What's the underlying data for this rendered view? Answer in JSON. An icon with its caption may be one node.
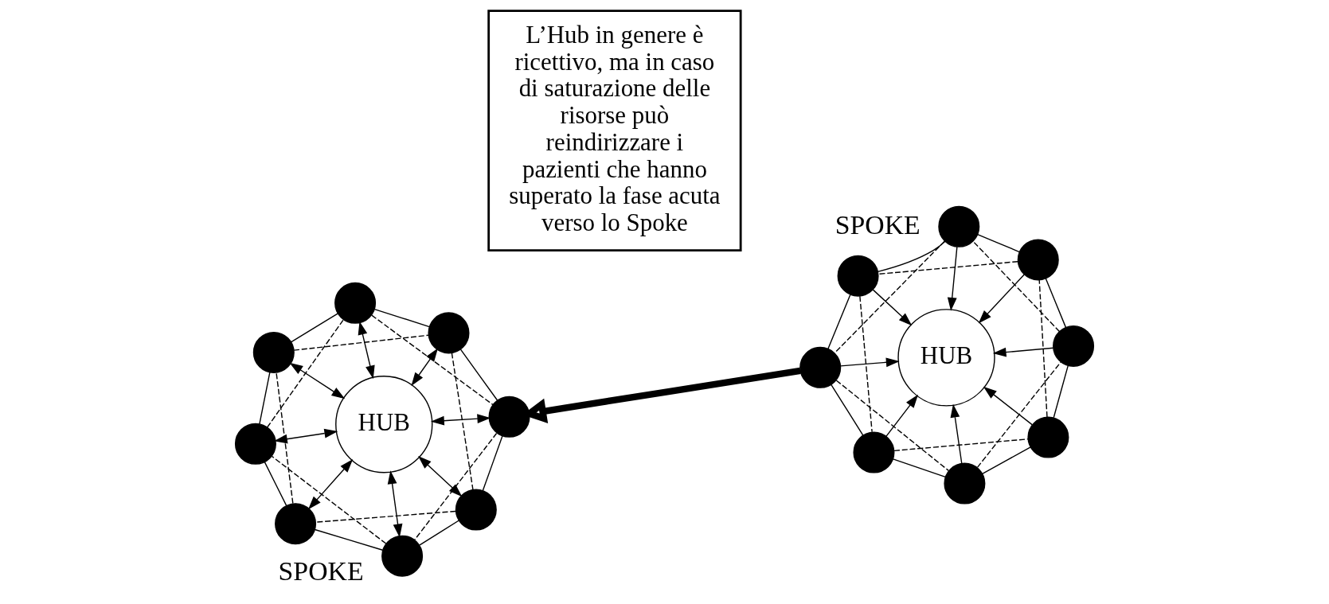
{
  "diagram": {
    "nodes": [
      {
        "text": [
          "HUB"
        ]
      },
      {
        "text": [],
        "shape": "circle"
      },
      {
        "text": [],
        "shape": "circle"
      },
      {
        "text": [],
        "shape": "circle"
      },
      {
        "text": [],
        "shape": "circle"
      },
      {
        "text": [],
        "shape": "circle"
      },
      {
        "text": [],
        "shape": "circle"
      },
      {
        "text": [],
        "shape": "circle"
      },
      {
        "text": [],
        "shape": "circle"
      },
      {
        "text": [
          "L’Hub in genere è ricettivo, ma in caso di saturazione delle risorse può reindirizzare i pazienti che hanno superato la fase acuta verso lo Spoke"
        ]
      },
      {
        "text": [
          "HUB"
        ]
      },
      {
        "text": [],
        "shape": "circle"
      },
      {
        "text": [],
        "shape": "circle"
      },
      {
        "text": [],
        "shape": "circle"
      },
      {
        "text": [],
        "shape": "circle"
      },
      {
        "text": [],
        "shape": "circle"
      },
      {
        "text": [],
        "shape": "circle"
      },
      {
        "text": [],
        "shape": "circle"
      },
      {
        "text": [],
        "shape": "circle"
      }
    ],
    "edges": [
      {
        "from": 1,
        "to": 0,
        "arrow": "to"
      },
      {
        "from": 2,
        "to": 0,
        "arrow": "to"
      },
      {
        "from": 3,
        "to": 0,
        "arrow": "to"
      },
      {
        "from": 4,
        "to": 0,
        "arrow": "to"
      },
      {
        "from": 5,
        "to": 0,
        "arrow": "to"
      },
      {
        "from": 6,
        "to": 0,
        "arrow": "to"
      },
      {
        "from": 7,
        "to": 0,
        "arrow": "to"
      },
      {
        "from": 8,
        "to": 0,
        "arrow": "to"
      },
      {
        "from": 1,
        "to": 2,
        "arrow": "none"
      },
      {
        "from": 2,
        "to": 3,
        "arrow": "none"
      },
      {
        "from": 3,
        "to": 4,
        "arrow": "none"
      },
      {
        "from": 4,
        "to": 5,
        "arrow": "none"
      },
      {
        "from": 5,
        "to": 6,
        "arrow": "none"
      },
      {
        "from": 6,
        "to": 7,
        "arrow": "none"
      },
      {
        "from": 7,
        "to": 8,
        "arrow": "none"
      },
      {
        "from": 8,
        "to": 1,
        "arrow": "none"
      },
      {
        "from": 1,
        "to": 3,
        "arrow": "none",
        "style": "dashed"
      },
      {
        "from": 2,
        "to": 4,
        "arrow": "none",
        "style": "dashed"
      },
      {
        "from": 3,
        "to": 5,
        "arrow": "none",
        "style": "dashed"
      },
      {
        "from": 4,
        "to": 6,
        "arrow": "none",
        "style": "dashed"
      },
      {
        "from": 5,
        "to": 7,
        "arrow": "none",
        "style": "dashed"
      },
      {
        "from": 6,
        "to": 8,
        "arrow": "none",
        "style": "dashed"
      },
      {
        "from": 7,
        "to": 1,
        "arrow": "none",
        "style": "dashed"
      },
      {
        "from": 8,
        "to": 2,
        "arrow": "none",
        "style": "dashed"
      },
      {
        "from": 3,
        "to": 17,
        "arrow": "to",
        "style": "thick"
      },
      {
        "from": 10,
        "to": 11,
        "arrow": "both"
      },
      {
        "from": 10,
        "to": 12,
        "arrow": "both"
      },
      {
        "from": 10,
        "to": 13,
        "arrow": "both"
      },
      {
        "from": 10,
        "to": 14,
        "arrow": "both"
      },
      {
        "from": 10,
        "to": 15,
        "arrow": "both"
      },
      {
        "from": 10,
        "to": 16,
        "arrow": "both"
      },
      {
        "from": 10,
        "to": 17,
        "arrow": "both"
      },
      {
        "from": 10,
        "to": 18,
        "arrow": "both"
      },
      {
        "from": 11,
        "to": 12,
        "arrow": "none"
      },
      {
        "from": 12,
        "to": 13,
        "arrow": "none"
      },
      {
        "from": 13,
        "to": 14,
        "arrow": "none"
      },
      {
        "from": 14,
        "to": 15,
        "arrow": "none"
      },
      {
        "from": 15,
        "to": 16,
        "arrow": "none"
      },
      {
        "from": 16,
        "to": 17,
        "arrow": "none"
      },
      {
        "from": 17,
        "to": 18,
        "arrow": "none"
      },
      {
        "from": 18,
        "to": 11,
        "arrow": "none"
      },
      {
        "from": 11,
        "to": 13,
        "arrow": "none",
        "style": "dashed"
      },
      {
        "from": 12,
        "to": 14,
        "arrow": "none",
        "style": "dashed"
      },
      {
        "from": 13,
        "to": 15,
        "arrow": "none",
        "style": "dashed"
      },
      {
        "from": 14,
        "to": 16,
        "arrow": "none",
        "style": "dashed"
      },
      {
        "from": 15,
        "to": 17,
        "arrow": "none",
        "style": "dashed"
      },
      {
        "from": 16,
        "to": 18,
        "arrow": "none",
        "style": "dashed"
      },
      {
        "from": 17,
        "to": 11,
        "arrow": "none",
        "style": "dashed"
      },
      {
        "from": 18,
        "to": 12,
        "arrow": "none",
        "style": "dashed"
      }
    ],
    "labels": [
      "SPOKE",
      "SPOKE"
    ]
  }
}
